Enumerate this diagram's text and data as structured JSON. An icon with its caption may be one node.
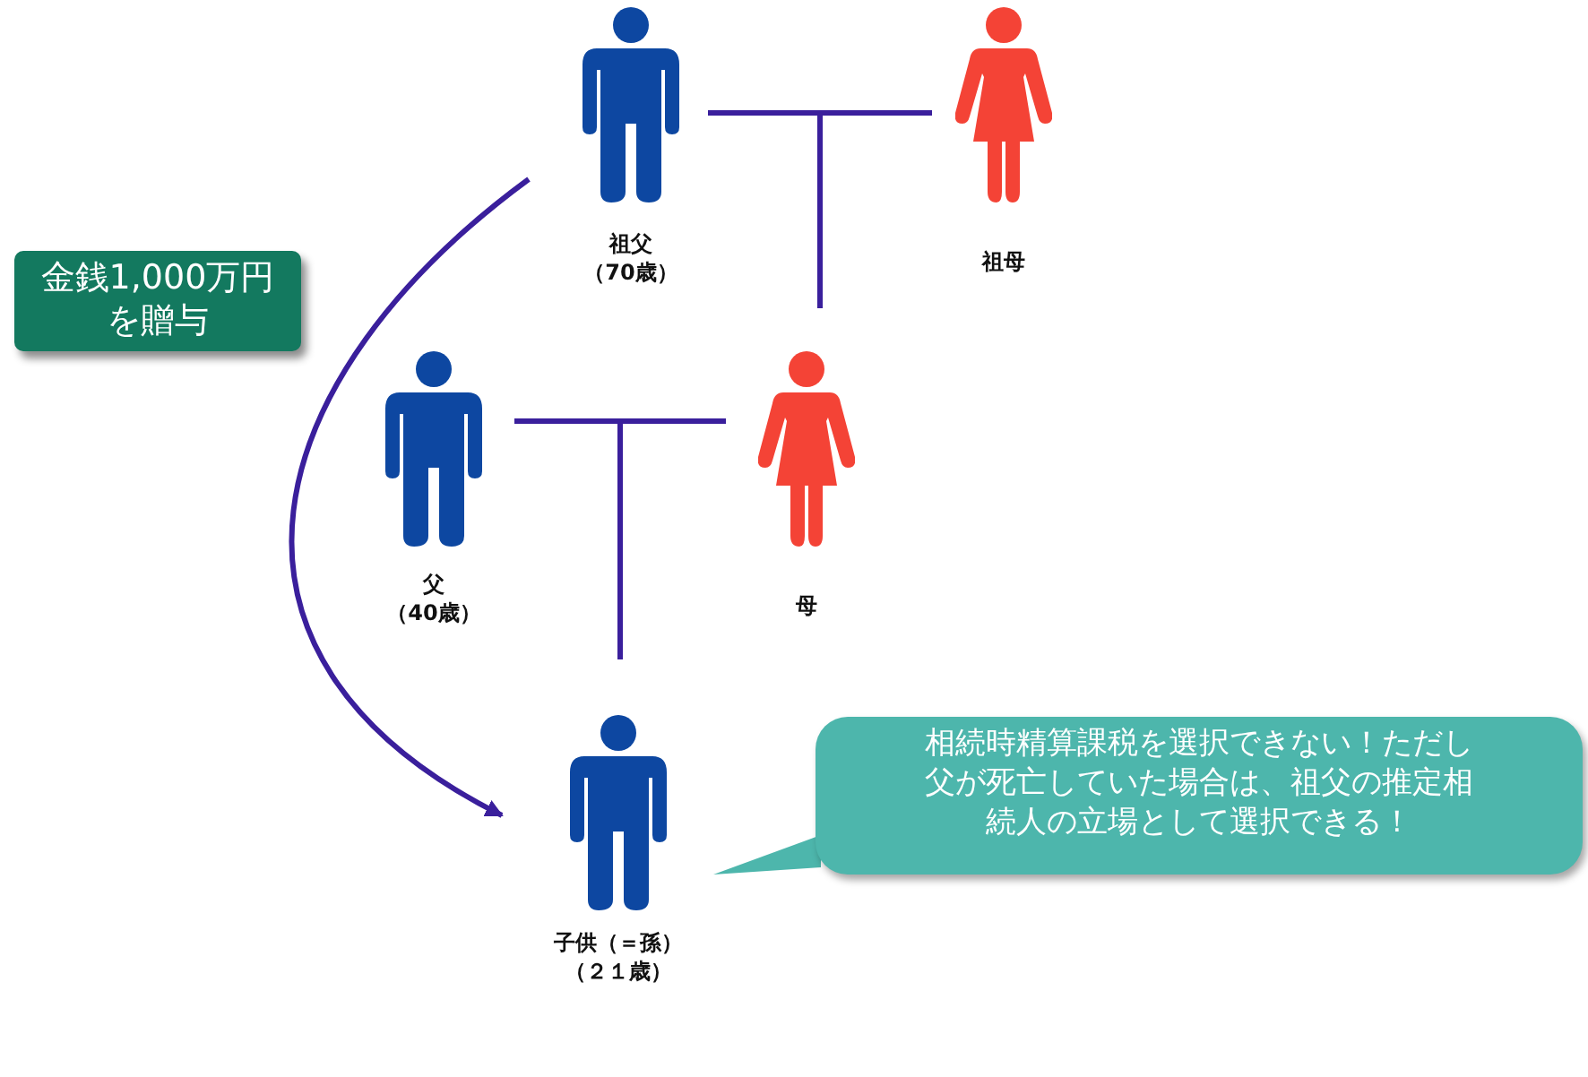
{
  "diagram": {
    "nodes": [
      {
        "text": [
          "祖父（70歳）"
        ]
      },
      {
        "text": [
          "祖母"
        ]
      },
      {
        "text": [
          "父（40歳）"
        ]
      },
      {
        "text": [
          "母"
        ]
      },
      {
        "text": [
          "子供（＝孫）（２１歳）"
        ]
      },
      {
        "text": [
          "相続時精算課税を選択できない！ただし父が死亡していた場合は、祖父の推定相続人の立場として選択できる！"
        ]
      }
    ],
    "edges": [
      {
        "from": 0,
        "to": 1,
        "arrow": "none"
      },
      {
        "from": 0,
        "to": 3,
        "arrow": "none"
      },
      {
        "from": 1,
        "to": 3,
        "arrow": "none"
      },
      {
        "from": 2,
        "to": 3,
        "arrow": "none"
      },
      {
        "from": 2,
        "to": 4,
        "arrow": "none"
      },
      {
        "from": 3,
        "to": 4,
        "arrow": "none"
      },
      {
        "from": 0,
        "to": 4,
        "arrow": "to",
        "label": "金銭1,000万円を贈与"
      },
      {
        "from": 5,
        "to": 4,
        "arrow": "none"
      }
    ]
  }
}
